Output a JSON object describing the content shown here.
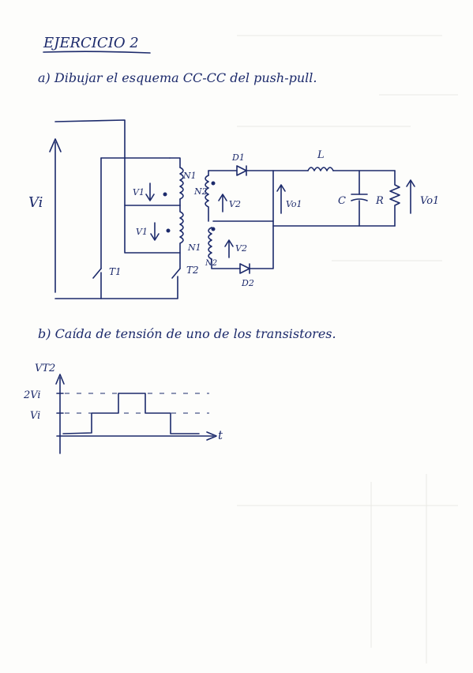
{
  "heading": "EJERCICIO 2",
  "part_a": "a) Dibujar el esquema CC-CC del push-pull.",
  "part_b": "b) Caída de tensión de uno de los transistores.",
  "circuit": {
    "vi": "Vi",
    "t1": "T1",
    "t2": "T2",
    "n1_top": "N1",
    "n2_top": "N2",
    "n1_bottom": "N1",
    "n2_bottom": "N2",
    "v1_top": "V1",
    "v1_bottom": "V1",
    "v2_top": "V2",
    "v2_bottom": "V2",
    "d1": "D1",
    "d2": "D2",
    "l": "L",
    "c": "C",
    "r": "R",
    "vo1_inner": "Vo1",
    "vo1_outer": "Vo1"
  },
  "waveform": {
    "y_axis_label": "VT2",
    "x_axis_label": "t",
    "level_high": "2Vi",
    "level_low": "Vi"
  }
}
